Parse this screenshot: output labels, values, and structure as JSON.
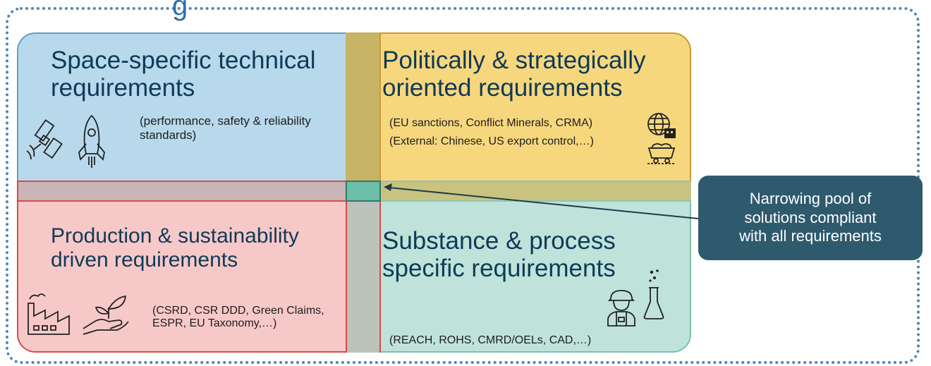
{
  "header_partial": "g",
  "quadrants": {
    "space": {
      "title_line1": "Space-specific technical",
      "title_line2": "requirements",
      "desc_line1": "(performance, safety & reliability",
      "desc_line2": "standards)",
      "icons": [
        "satellite-icon",
        "rocket-icon"
      ]
    },
    "political": {
      "title_line1": "Politically & strategically",
      "title_line2": "oriented requirements",
      "desc_line1": "(EU sanctions, Conflict Minerals, CRMA)",
      "desc_line2": "(External: Chinese, US export control,…)",
      "icons": [
        "globe-factory-icon",
        "mine-cart-icon"
      ]
    },
    "production": {
      "title_line1": "Production & sustainability",
      "title_line2": "driven requirements",
      "desc_line1": "(CSRD, CSR DDD, Green Claims,",
      "desc_line2": "ESPR, EU Taxonomy,…)",
      "icons": [
        "factory-icon",
        "plant-hand-icon"
      ]
    },
    "substance": {
      "title_line1": "Substance & process",
      "title_line2": "specific requirements",
      "desc": "(REACH, ROHS, CMRD/OELs, CAD,…)",
      "icons": [
        "worker-icon",
        "flask-icon"
      ]
    }
  },
  "callout": {
    "line1": "Narrowing pool of",
    "line2": "solutions compliant",
    "line3": "with all requirements"
  },
  "colors": {
    "space": "#b8d9ec",
    "political": "#f7d77e",
    "production": "#f7c8c8",
    "substance": "#bfe3da",
    "callout": "#2f5a6e",
    "frame": "#4a84b8"
  }
}
